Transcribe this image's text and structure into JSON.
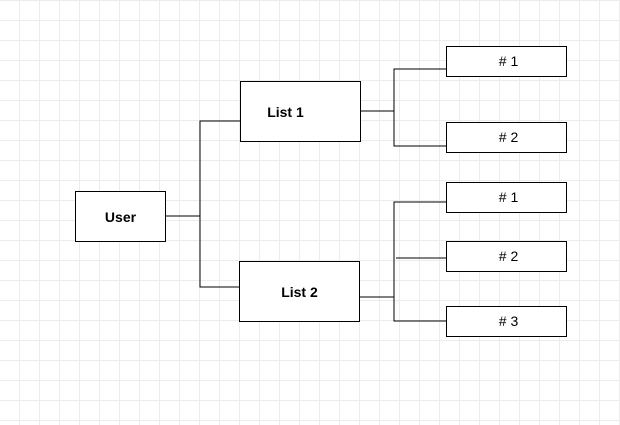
{
  "diagram": {
    "root": {
      "label": "User"
    },
    "lists": [
      {
        "label": "List 1",
        "items": [
          "# 1",
          "# 2"
        ]
      },
      {
        "label": "List 2",
        "items": [
          "# 1",
          "# 2",
          "# 3"
        ]
      }
    ]
  },
  "colors": {
    "stroke": "#000000",
    "node_fill": "#ffffff",
    "grid": "#ececec",
    "background": "#ffffff"
  }
}
